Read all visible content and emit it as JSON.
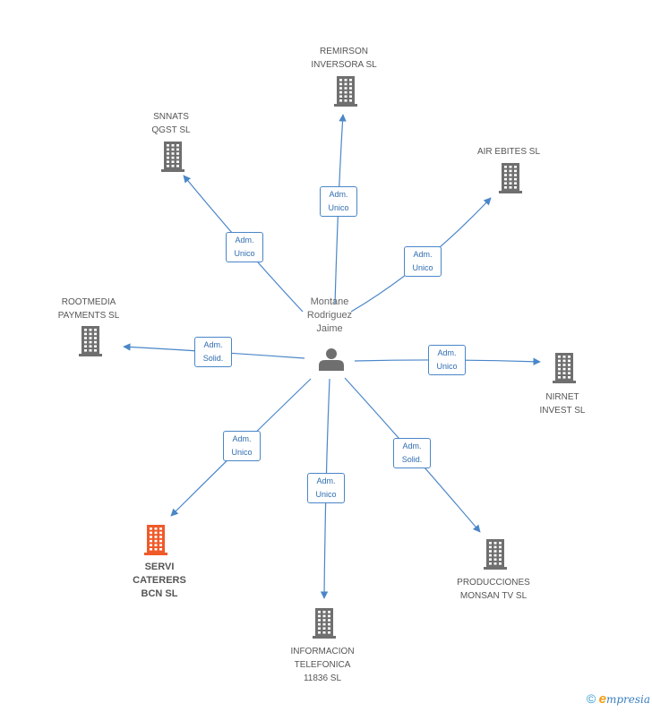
{
  "center": {
    "name_lines": [
      "Montane",
      "Rodriguez",
      "Jaime"
    ],
    "icon": "person-icon"
  },
  "companies": [
    {
      "id": "remirson",
      "lines": [
        "REMIRSON",
        "INVERSORA SL"
      ],
      "role": [
        "Adm.",
        "Unico"
      ],
      "focus": false
    },
    {
      "id": "air-ebites",
      "lines": [
        "AIR EBITES SL"
      ],
      "role": [
        "Adm.",
        "Unico"
      ],
      "focus": false
    },
    {
      "id": "snnats",
      "lines": [
        "SNNATS",
        "QGST SL"
      ],
      "role": [
        "Adm.",
        "Unico"
      ],
      "focus": false
    },
    {
      "id": "rootmedia",
      "lines": [
        "ROOTMEDIA",
        "PAYMENTS SL"
      ],
      "role": [
        "Adm.",
        "Solid."
      ],
      "focus": false
    },
    {
      "id": "nirnet",
      "lines": [
        "NIRNET",
        "INVEST SL"
      ],
      "role": [
        "Adm.",
        "Unico"
      ],
      "focus": false
    },
    {
      "id": "servi-caterers",
      "lines": [
        "SERVI",
        "CATERERS",
        "BCN SL"
      ],
      "role": [
        "Adm.",
        "Unico"
      ],
      "focus": true
    },
    {
      "id": "informacion",
      "lines": [
        "INFORMACION",
        "TELEFONICA",
        "11836 SL"
      ],
      "role": [
        "Adm.",
        "Unico"
      ],
      "focus": false
    },
    {
      "id": "producciones",
      "lines": [
        "PRODUCCIONES",
        "MONSAN TV SL"
      ],
      "role": [
        "Adm.",
        "Solid."
      ],
      "focus": false
    }
  ],
  "colors": {
    "edge": "#4a86c8",
    "building": "#6f6f6f",
    "building_focus": "#f05a28",
    "person": "#6f6f6f"
  },
  "footer": {
    "copyright_symbol": "©",
    "brand_initial": "e",
    "brand_rest": "mpresia"
  }
}
